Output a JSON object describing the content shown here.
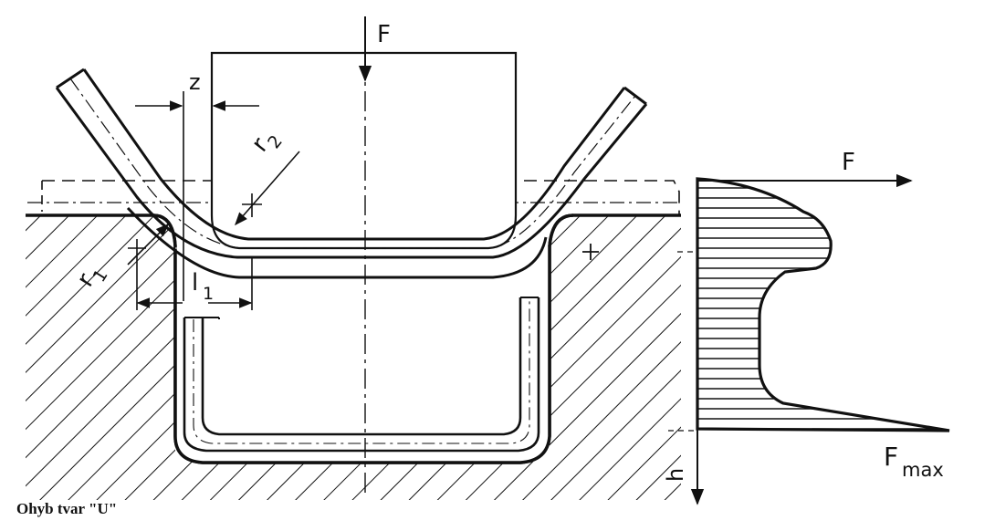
{
  "caption": "Ohyb tvar \"U\"",
  "labels": {
    "force_top": "F",
    "clearance": "z",
    "radius_punch": "r",
    "radius_punch_sub": "2",
    "radius_die": "r",
    "radius_die_sub": "1",
    "length": "l",
    "length_sub": "1",
    "force_axis": "F",
    "stroke_axis": "h",
    "force_max": "F",
    "force_max_sub": "max"
  },
  "colors": {
    "ink": "#111111",
    "paper": "#ffffff"
  }
}
